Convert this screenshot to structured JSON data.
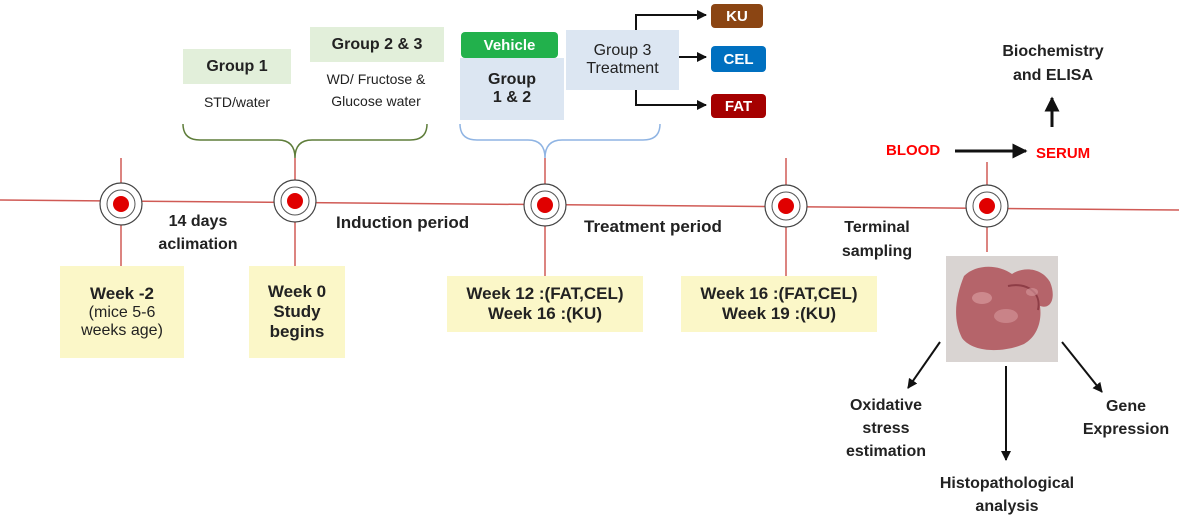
{
  "colors": {
    "timeline": "#c0392b",
    "marker_dot": "#e00000",
    "yellow_box": "#fbf7c8",
    "green_box": "#e2efda",
    "blue_box": "#dce6f2",
    "vehicle": "#22b14c",
    "ku": "#8b4513",
    "cel": "#0070c0",
    "fat": "#a50000",
    "red_text": "#ff0000",
    "brace_green": "#5e7d3a",
    "brace_blue": "#8fb4e3"
  },
  "icons": [
    "timepoint-target-icon",
    "arrow-right-icon",
    "arrow-up-icon",
    "liver-photo"
  ],
  "timepoints": {
    "week_minus2": {
      "line1": "Week -2",
      "line2": "(mice 5-6",
      "line3": "weeks age)"
    },
    "week0": {
      "line1": "Week 0",
      "line2": "Study",
      "line3": "begins"
    },
    "week12": {
      "line1": "Week 12 :(FAT,CEL)",
      "line2": "Week 16 :(KU)"
    },
    "week16": {
      "line1": "Week 16 :(FAT,CEL)",
      "line2": "Week 19 :(KU)"
    }
  },
  "periods": {
    "acclimation_line1": "14 days",
    "acclimation_line2": "aclimation",
    "induction": "Induction period",
    "treatment": "Treatment period",
    "terminal_line1": "Terminal",
    "terminal_line2": "sampling"
  },
  "groups": {
    "group1_title": "Group 1",
    "group1_diet": "STD/water",
    "group23_title": "Group 2 & 3",
    "group23_diet_line1": "WD/ Fructose &",
    "group23_diet_line2": "Glucose water",
    "vehicle_label": "Vehicle",
    "group12_line1": "Group",
    "group12_line2": "1 & 2",
    "group3_line1": "Group 3",
    "group3_line2": "Treatment"
  },
  "treatments": {
    "ku": "KU",
    "cel": "CEL",
    "fat": "FAT"
  },
  "sampling": {
    "blood": "BLOOD",
    "serum": "SERUM",
    "biochem_line1": "Biochemistry",
    "biochem_line2": "and ELISA",
    "oxidative_line1": "Oxidative",
    "oxidative_line2": "stress",
    "oxidative_line3": "estimation",
    "histo_line1": "Histopathological",
    "histo_line2": "analysis",
    "gene_line1": "Gene",
    "gene_line2": "Expression"
  }
}
